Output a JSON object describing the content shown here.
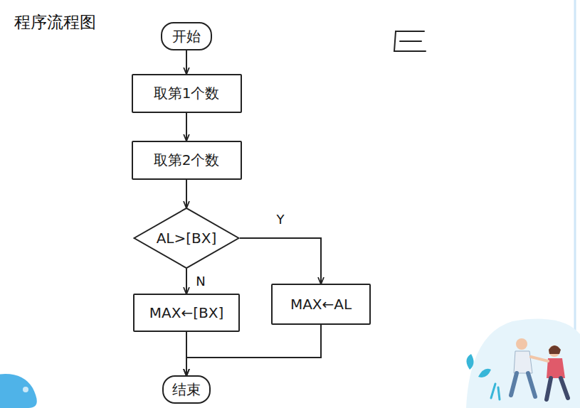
{
  "diagram": {
    "title": "程序流程图",
    "nodes": [
      {
        "text": [
          "开始"
        ]
      },
      {
        "text": [
          "取第1个数"
        ]
      },
      {
        "text": [
          "取第2个数"
        ]
      },
      {
        "text": [
          "AL>[BX]"
        ]
      },
      {
        "text": [
          "MAX←[BX]"
        ]
      },
      {
        "text": [
          "MAX←AL"
        ]
      },
      {
        "text": [
          "结束"
        ]
      }
    ],
    "edges": [
      {
        "from": 0,
        "to": 1,
        "arrow": "to"
      },
      {
        "from": 1,
        "to": 2,
        "arrow": "to"
      },
      {
        "from": 2,
        "to": 3,
        "arrow": "to"
      },
      {
        "from": 3,
        "to": 4,
        "label": "N",
        "arrow": "to"
      },
      {
        "from": 3,
        "to": 5,
        "label": "Y",
        "arrow": "to"
      },
      {
        "from": 4,
        "to": 6,
        "arrow": "to"
      },
      {
        "from": 5,
        "to": 6,
        "arrow": "to"
      }
    ]
  }
}
